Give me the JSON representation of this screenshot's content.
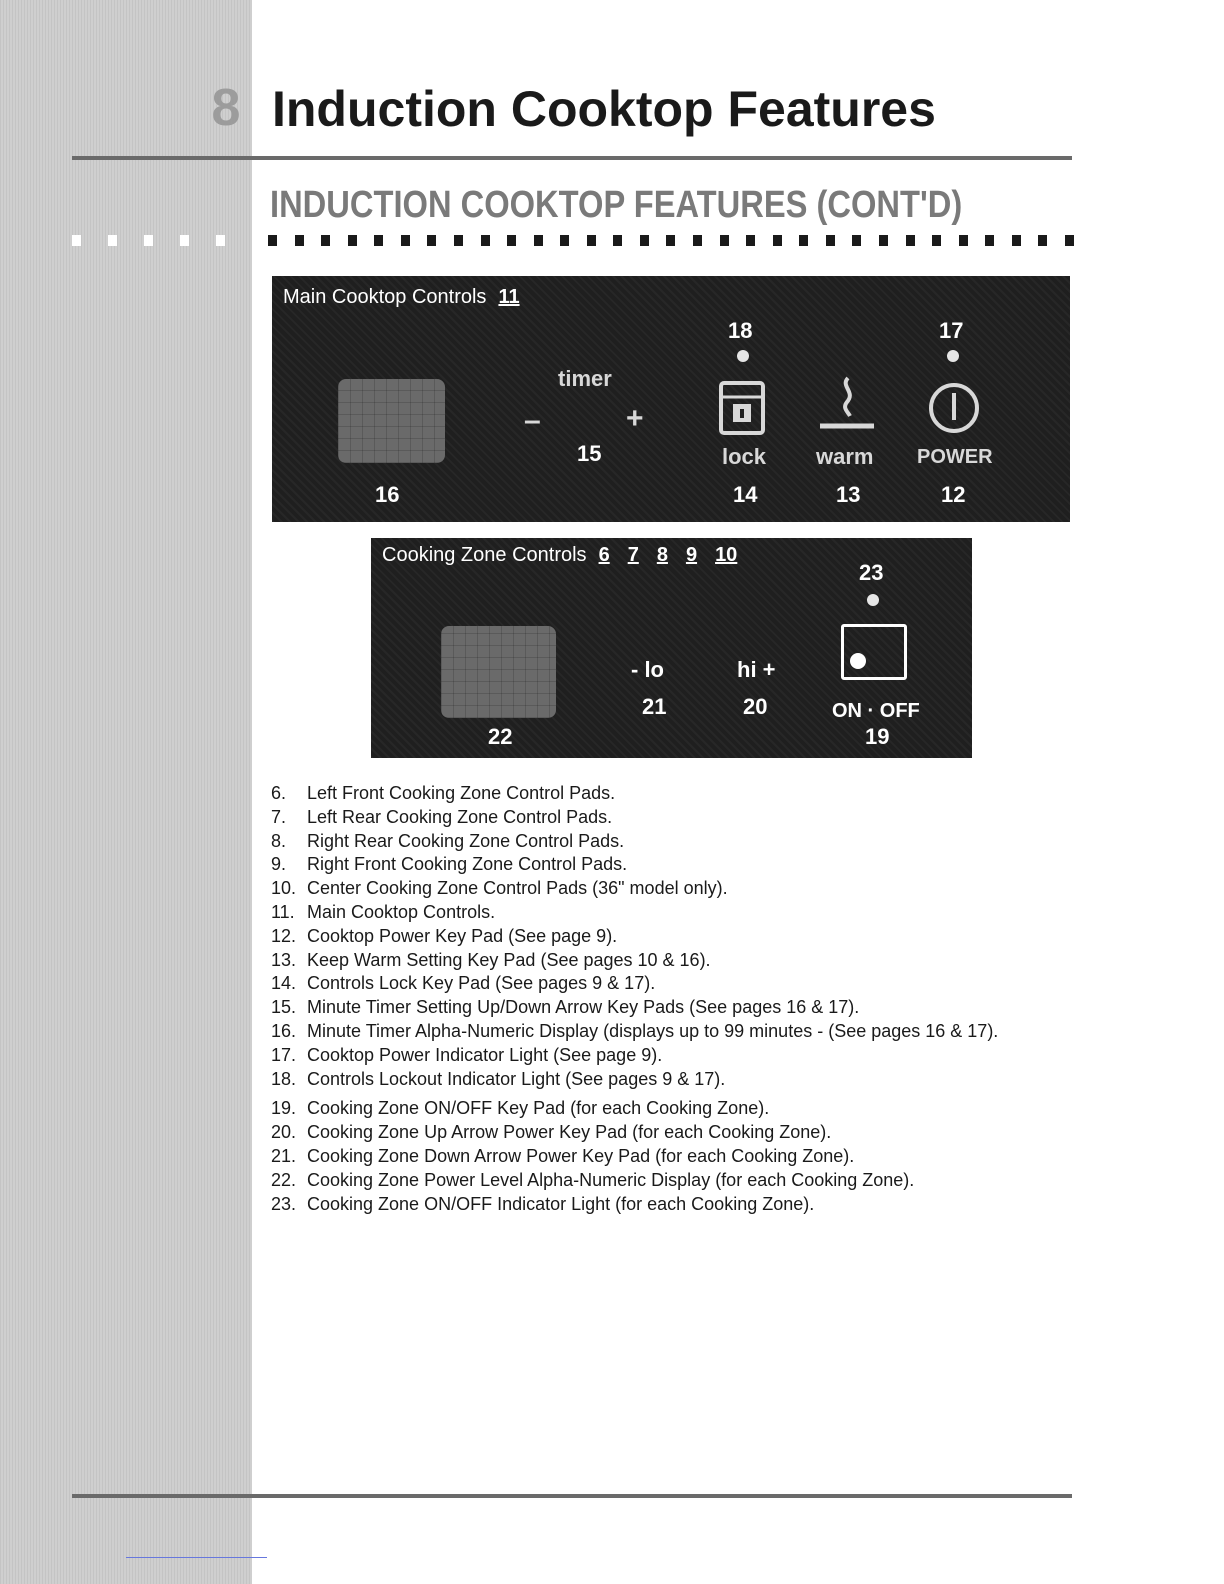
{
  "header": {
    "chapter_number": "8",
    "title": "Induction Cooktop Features"
  },
  "section": {
    "title": "INDUCTION COOKTOP FEATURES (CONT'D)"
  },
  "main_panel": {
    "title": "Main Cooktop Controls",
    "ref": "11",
    "timer_label": "timer",
    "minus": "–",
    "plus": "+",
    "lock_label": "lock",
    "warm_label": "warm",
    "power_label": "POWER",
    "callouts": {
      "c12": "12",
      "c13": "13",
      "c14": "14",
      "c15": "15",
      "c16": "16",
      "c17": "17",
      "c18": "18"
    }
  },
  "zone_panel": {
    "title": "Cooking Zone Controls",
    "refs": [
      "6",
      "7",
      "8",
      "9",
      "10"
    ],
    "lo_label": "- lo",
    "hi_label": "hi +",
    "onoff_label": "ON · OFF",
    "callouts": {
      "c19": "19",
      "c20": "20",
      "c21": "21",
      "c22": "22",
      "c23": "23"
    }
  },
  "legend": [
    {
      "n": "6.",
      "text": "Left Front Cooking Zone Control Pads."
    },
    {
      "n": "7.",
      "text": "Left Rear Cooking Zone Control Pads."
    },
    {
      "n": "8.",
      "text": "Right Rear Cooking Zone Control Pads."
    },
    {
      "n": "9.",
      "text": "Right Front Cooking Zone Control Pads."
    },
    {
      "n": "10.",
      "text": "Center Cooking Zone Control Pads (36\" model only)."
    },
    {
      "n": "11.",
      "text": "Main Cooktop Controls."
    },
    {
      "n": "12.",
      "text": "Cooktop Power Key Pad (See page 9)."
    },
    {
      "n": "13.",
      "text": "Keep Warm Setting Key Pad (See pages 10 & 16)."
    },
    {
      "n": "14.",
      "text": "Controls Lock Key Pad (See pages 9 & 17)."
    },
    {
      "n": "15.",
      "text": "Minute Timer Setting Up/Down Arrow Key Pads (See pages 16 & 17)."
    },
    {
      "n": "16.",
      "text": "Minute Timer Alpha-Numeric Display (displays up to 99 minutes - (See pages 16 & 17)."
    },
    {
      "n": "17.",
      "text": "Cooktop Power Indicator Light (See page 9)."
    },
    {
      "n": "18.",
      "text": "Controls Lockout Indicator Light (See pages 9 & 17)."
    },
    {
      "n": "19.",
      "text": "Cooking Zone ON/OFF Key Pad (for each Cooking Zone)."
    },
    {
      "n": "20.",
      "text": "Cooking Zone Up Arrow Power Key Pad (for each Cooking Zone)."
    },
    {
      "n": "21.",
      "text": "Cooking Zone Down Arrow Power Key Pad (for each Cooking Zone)."
    },
    {
      "n": "22.",
      "text": "Cooking Zone Power Level Alpha-Numeric Display (for each Cooking Zone)."
    },
    {
      "n": "23.",
      "text": "Cooking Zone ON/OFF Indicator Light (for each Cooking Zone)."
    }
  ]
}
